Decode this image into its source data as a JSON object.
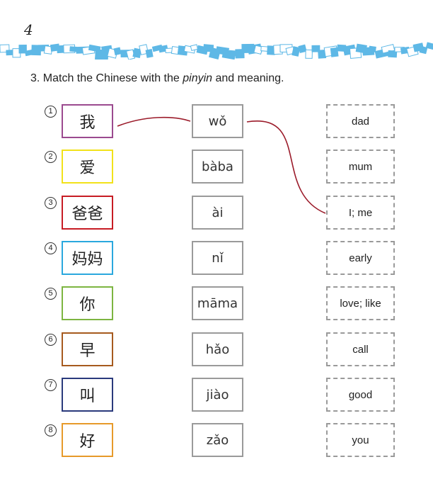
{
  "page": {
    "number": "4"
  },
  "instruction": {
    "prefix": "3. Match the Chinese with the ",
    "italic": "pinyin",
    "suffix": " and meaning."
  },
  "colors": {
    "line": "#9b1b2a",
    "band": "#5eb8e6"
  },
  "rows": [
    {
      "num": "1",
      "hanzi": "我",
      "hanzi_color": "#9b4a8f",
      "pinyin": "wǒ",
      "meaning": "dad"
    },
    {
      "num": "2",
      "hanzi": "爱",
      "hanzi_color": "#f2e21a",
      "pinyin": "bàba",
      "meaning": "mum"
    },
    {
      "num": "3",
      "hanzi": "爸爸",
      "hanzi_color": "#c71c24",
      "pinyin": "ài",
      "meaning": "I; me"
    },
    {
      "num": "4",
      "hanzi": "妈妈",
      "hanzi_color": "#2aa8de",
      "pinyin": "nǐ",
      "meaning": "early"
    },
    {
      "num": "5",
      "hanzi": "你",
      "hanzi_color": "#7db541",
      "pinyin": "māma",
      "meaning": "love; like"
    },
    {
      "num": "6",
      "hanzi": "早",
      "hanzi_color": "#a65a1e",
      "pinyin": "hǎo",
      "meaning": "call"
    },
    {
      "num": "7",
      "hanzi": "叫",
      "hanzi_color": "#2a3a7c",
      "pinyin": "jiào",
      "meaning": "good"
    },
    {
      "num": "8",
      "hanzi": "好",
      "hanzi_color": "#e79a2a",
      "pinyin": "zǎo",
      "meaning": "you"
    }
  ]
}
